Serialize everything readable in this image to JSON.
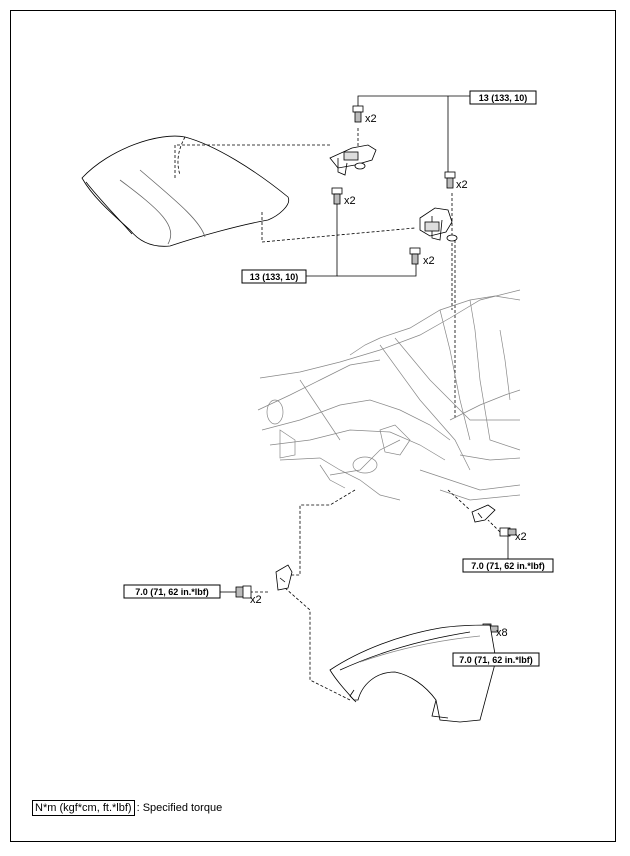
{
  "torque_labels": {
    "hood_hinge_top": "13 (133, 10)",
    "hood_hinge_bottom": "13 (133, 10)",
    "fender_bracket_right": "7.0 (71, 62 in.*lbf)",
    "fender_bracket_left": "7.0 (71, 62 in.*lbf)",
    "fender_bolts": "7.0 (71, 62 in.*lbf)"
  },
  "quantities": {
    "q1": "x2",
    "q2": "x2",
    "q3": "x2",
    "q4": "x2",
    "q5": "x2",
    "q6": "x2",
    "q7": "x8"
  },
  "legend": {
    "unit_box": "N*m (kgf*cm, ft.*lbf)",
    "description": ": Specified torque"
  }
}
